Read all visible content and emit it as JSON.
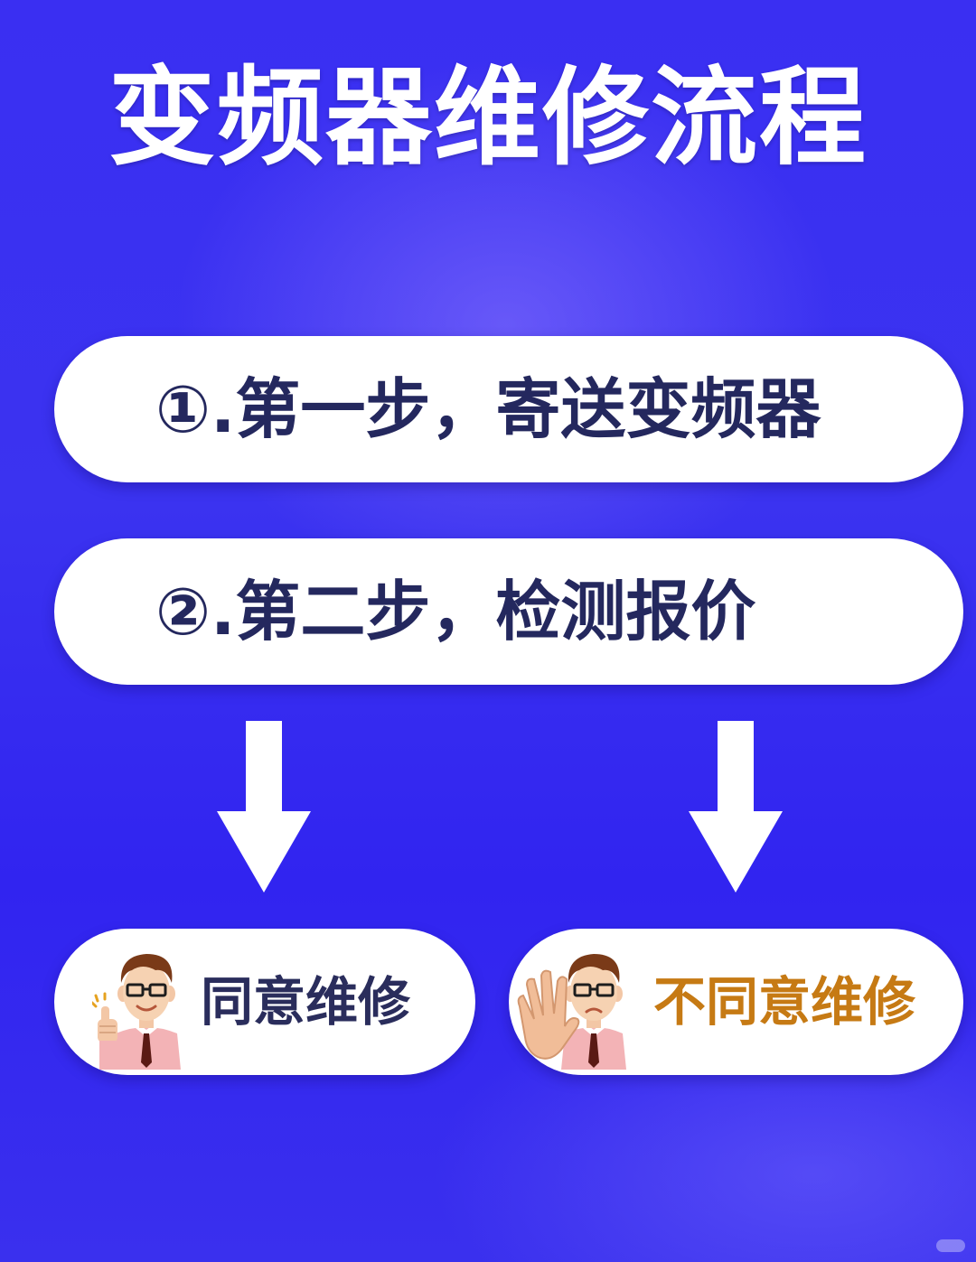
{
  "title": "变频器维修流程",
  "steps": [
    {
      "label": "①.第一步，寄送变频器"
    },
    {
      "label": "②.第二步，检测报价"
    }
  ],
  "choices": {
    "agree": {
      "label": "同意维修",
      "icon": "thumbs-up-man-icon"
    },
    "disagree": {
      "label": "不同意维修",
      "icon": "stop-hand-man-icon",
      "color": "#c67a14"
    }
  },
  "colors": {
    "background": "#3a2ff2",
    "pill": "#ffffff",
    "step_text": "#24285e",
    "arrow": "#ffffff"
  }
}
